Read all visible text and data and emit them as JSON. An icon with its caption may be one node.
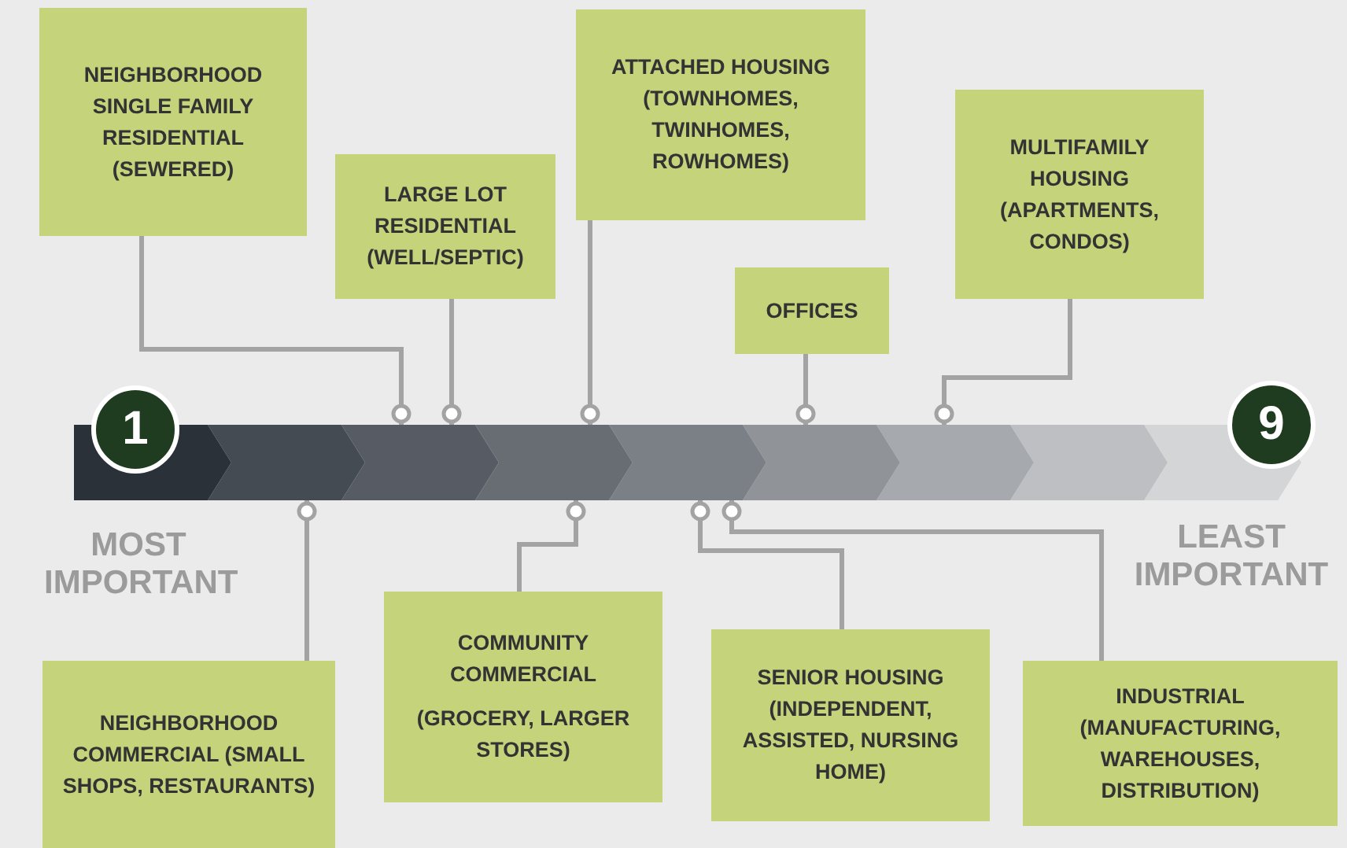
{
  "diagram": {
    "nodes": [
      {
        "text": [
          "NEIGHBORHOOD SINGLE FAMILY RESIDENTIAL (SEWERED)"
        ]
      },
      {
        "text": [
          "LARGE LOT RESIDENTIAL (WELL/SEPTIC)"
        ]
      },
      {
        "text": [
          "ATTACHED HOUSING (TOWNHOMES, TWINHOMES, ROWHOMES)"
        ]
      },
      {
        "text": [
          "OFFICES"
        ]
      },
      {
        "text": [
          "MULTIFAMILY HOUSING (APARTMENTS, CONDOS)"
        ]
      },
      {
        "text": [
          "1"
        ]
      },
      {
        "text": [],
        "shape": "chevron"
      },
      {
        "text": [],
        "shape": "chevron"
      },
      {
        "text": [],
        "shape": "chevron"
      },
      {
        "text": [],
        "shape": "chevron"
      },
      {
        "text": [],
        "shape": "chevron"
      },
      {
        "text": [],
        "shape": "chevron"
      },
      {
        "text": [],
        "shape": "chevron"
      },
      {
        "text": [
          "9"
        ]
      },
      {
        "text": [
          "NEIGHBORHOOD COMMERCIAL (SMALL SHOPS, RESTAURANTS)"
        ]
      },
      {
        "text": [
          "COMMUNITY COMMERCIAL",
          "(GROCERY, LARGER STORES)"
        ]
      },
      {
        "text": [
          "SENIOR HOUSING (INDEPENDENT, ASSISTED, NURSING HOME)"
        ]
      },
      {
        "text": [
          "INDUSTRIAL (MANUFACTURING, WAREHOUSES, DISTRIBUTION)"
        ]
      }
    ],
    "edges": [
      {
        "from": 0,
        "to": 7,
        "arrow": "other"
      },
      {
        "from": 1,
        "to": 7,
        "arrow": "other"
      },
      {
        "from": 2,
        "to": 8,
        "arrow": "other"
      },
      {
        "from": 3,
        "to": 10,
        "arrow": "other"
      },
      {
        "from": 4,
        "to": 11,
        "arrow": "other"
      },
      {
        "from": 14,
        "to": 6,
        "arrow": "other"
      },
      {
        "from": 15,
        "to": 8,
        "arrow": "other"
      },
      {
        "from": 16,
        "to": 9,
        "arrow": "other"
      },
      {
        "from": 17,
        "to": 9,
        "arrow": "other"
      }
    ],
    "labels": [
      "MOST IMPORTANT",
      "LEAST IMPORTANT"
    ]
  }
}
